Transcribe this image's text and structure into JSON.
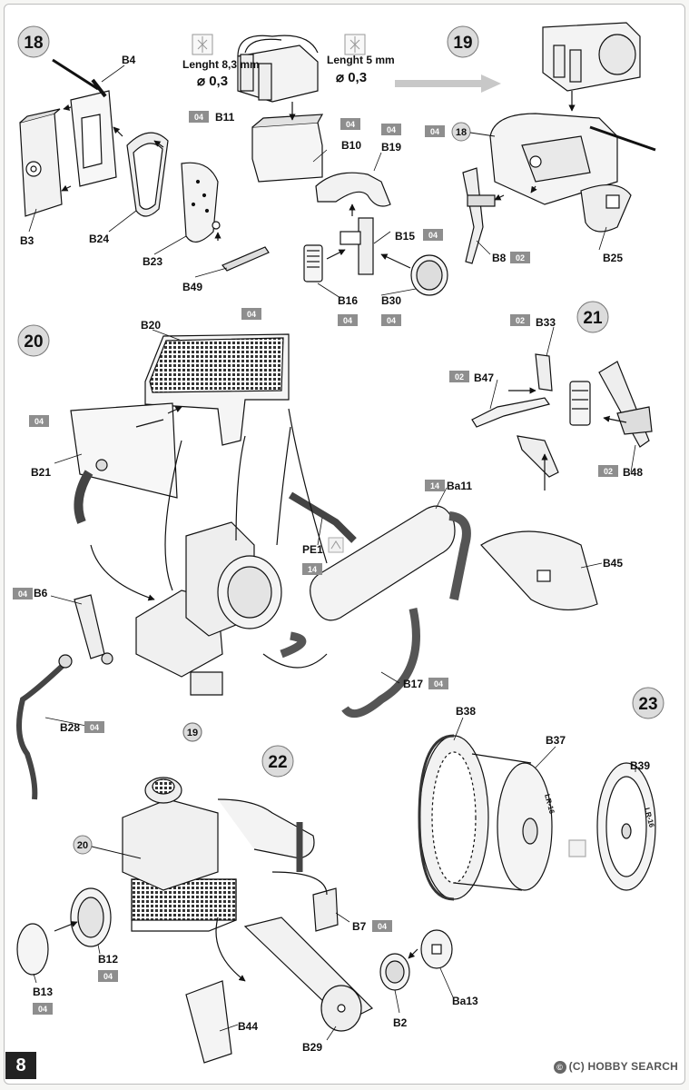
{
  "page_number": "8",
  "watermark": {
    "text": "HOBBY SEARCH",
    "logo_text": "©",
    "note_text": "(C)"
  },
  "colors": {
    "badge": "#8e8e8e",
    "step_circle": "#dcdcdc",
    "arrow": "#c8c8c8",
    "line": "#111111"
  },
  "steps": [
    {
      "id": "s18",
      "number": "18"
    },
    {
      "id": "s19",
      "number": "19"
    },
    {
      "id": "s20",
      "number": "20"
    },
    {
      "id": "s21",
      "number": "21"
    },
    {
      "id": "s22",
      "number": "22"
    },
    {
      "id": "s23",
      "number": "23"
    }
  ],
  "mini_refs": [
    {
      "id": "r18",
      "number": "18"
    },
    {
      "id": "r19",
      "number": "19"
    },
    {
      "id": "r20",
      "number": "20"
    }
  ],
  "wire_notes": [
    {
      "id": "w1",
      "length": "Lenght 8,3 mm",
      "diameter": "⌀ 0,3"
    },
    {
      "id": "w2",
      "length": "Lenght 5 mm",
      "diameter": "⌀ 0,3"
    }
  ],
  "labels": [
    {
      "id": "B4",
      "text": "B4"
    },
    {
      "id": "B3",
      "text": "B3"
    },
    {
      "id": "B24",
      "text": "B24"
    },
    {
      "id": "B23",
      "text": "B23"
    },
    {
      "id": "B49",
      "text": "B49"
    },
    {
      "id": "B11",
      "text": "B11"
    },
    {
      "id": "B10",
      "text": "B10"
    },
    {
      "id": "B19",
      "text": "B19"
    },
    {
      "id": "B15",
      "text": "B15"
    },
    {
      "id": "B16",
      "text": "B16"
    },
    {
      "id": "B30",
      "text": "B30"
    },
    {
      "id": "B25",
      "text": "B25"
    },
    {
      "id": "B8",
      "text": "B8"
    },
    {
      "id": "B20",
      "text": "B20"
    },
    {
      "id": "B21",
      "text": "B21"
    },
    {
      "id": "B6",
      "text": "B6"
    },
    {
      "id": "B28",
      "text": "B28"
    },
    {
      "id": "PE1",
      "text": "PE1"
    },
    {
      "id": "Ba11",
      "text": "Ba11"
    },
    {
      "id": "B17",
      "text": "B17"
    },
    {
      "id": "B33",
      "text": "B33"
    },
    {
      "id": "B47",
      "text": "B47"
    },
    {
      "id": "B48",
      "text": "B48"
    },
    {
      "id": "B45",
      "text": "B45"
    },
    {
      "id": "B38",
      "text": "B38"
    },
    {
      "id": "B37",
      "text": "B37"
    },
    {
      "id": "B39",
      "text": "B39"
    },
    {
      "id": "B12",
      "text": "B12"
    },
    {
      "id": "B13",
      "text": "B13"
    },
    {
      "id": "B7",
      "text": "B7"
    },
    {
      "id": "B44",
      "text": "B44"
    },
    {
      "id": "B2",
      "text": "B2"
    },
    {
      "id": "Ba13",
      "text": "Ba13"
    },
    {
      "id": "B29",
      "text": "B29"
    }
  ],
  "badges": [
    {
      "id": "b1",
      "text": "04"
    },
    {
      "id": "b2",
      "text": "04"
    },
    {
      "id": "b3",
      "text": "04"
    },
    {
      "id": "b4",
      "text": "04"
    },
    {
      "id": "b5",
      "text": "04"
    },
    {
      "id": "b6",
      "text": "04"
    },
    {
      "id": "b7",
      "text": "04"
    },
    {
      "id": "b8",
      "text": "02"
    },
    {
      "id": "b9",
      "text": "04"
    },
    {
      "id": "b10",
      "text": "04"
    },
    {
      "id": "b11",
      "text": "04"
    },
    {
      "id": "b12",
      "text": "14"
    },
    {
      "id": "b13",
      "text": "14"
    },
    {
      "id": "b14",
      "text": "04"
    },
    {
      "id": "b15",
      "text": "04"
    },
    {
      "id": "b16",
      "text": "02"
    },
    {
      "id": "b17",
      "text": "02"
    },
    {
      "id": "b18",
      "text": "02"
    },
    {
      "id": "b19",
      "text": "04"
    },
    {
      "id": "b20",
      "text": "04"
    },
    {
      "id": "b21",
      "text": "04"
    },
    {
      "id": "b22",
      "text": "04"
    }
  ],
  "tire_text": "LR-16"
}
